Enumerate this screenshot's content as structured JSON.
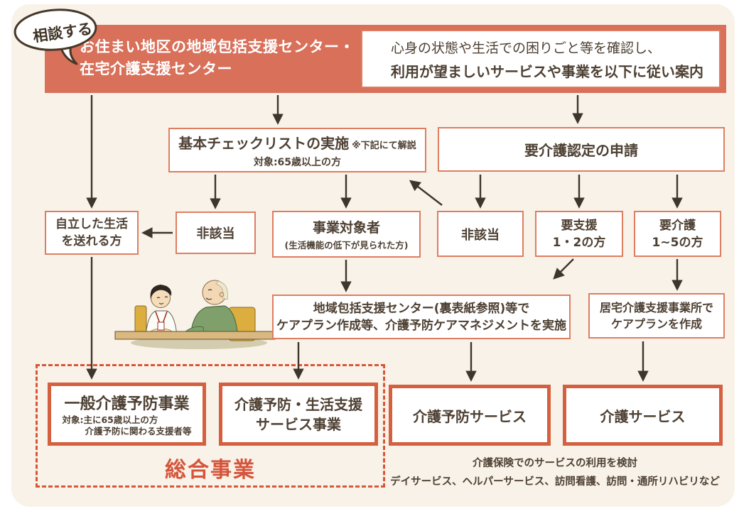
{
  "colors": {
    "panel_bg": "#f8f2e8",
    "header_orange": "#d8705a",
    "box_border": "#de7e61",
    "thick_border": "#d5603f",
    "dashed_border": "#d75737",
    "text_brown": "#4e4033",
    "sogo_orange": "#d5543a",
    "arrow": "#3e352b"
  },
  "bubble": {
    "label": "相談する"
  },
  "header": {
    "left_line1": "お住まい地区の地域包括支援センター・",
    "left_line2": "在宅介護支援センター",
    "right_line1": "心身の状態や生活での困りごと等を確認し、",
    "right_line2": "利用が望ましいサービスや事業を以下に従い案内"
  },
  "checklist": {
    "title": "基本チェックリストの実施",
    "note": "※下記にて解説",
    "target": "対象:65歳以上の方"
  },
  "certification": {
    "label": "要介護認定の申請"
  },
  "independent": {
    "line1": "自立した生活",
    "line2": "を送れる方"
  },
  "not_applicable_left": {
    "label": "非該当"
  },
  "business_target": {
    "title": "事業対象者",
    "sub": "(生活機能の低下が見られた方)"
  },
  "not_applicable_right": {
    "label": "非該当"
  },
  "support12": {
    "line1": "要支援",
    "line2": "1・2の方"
  },
  "care15": {
    "line1": "要介護",
    "line2": "1~5の方"
  },
  "care_management": {
    "line1": "地域包括支援センター(裏表紙参照)等で",
    "line2": "ケアプラン作成等、介護予防ケアマネジメントを実施"
  },
  "home_care": {
    "line1": "居宅介護支援事業所で",
    "line2": "ケアプランを作成"
  },
  "general_prevention": {
    "title": "一般介護予防事業",
    "sub1": "対象:主に65歳以上の方",
    "sub2": "介護予防に関わる支援者等"
  },
  "life_support": {
    "line1": "介護予防・生活支援",
    "line2": "サービス事業"
  },
  "sogo": {
    "label": "総合事業"
  },
  "prevention_service": {
    "label": "介護予防サービス"
  },
  "care_service": {
    "label": "介護サービス"
  },
  "caption": {
    "line1": "介護保険でのサービスの利用を検討",
    "line2": "デイサービス、ヘルパーサービス、訪問看護、訪問・通所リハビリなど"
  }
}
